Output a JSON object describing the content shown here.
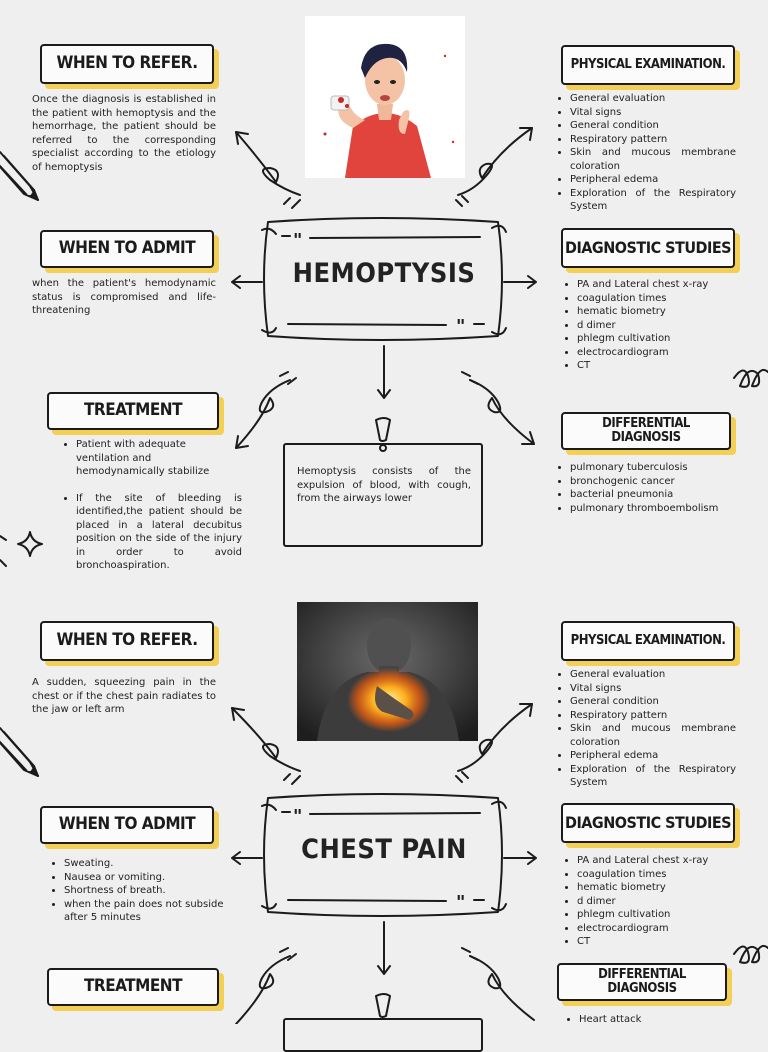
{
  "hemoptysis": {
    "title": "HEMOPTYSIS",
    "refer_label": "WHEN TO REFER.",
    "refer_text": "Once the diagnosis is established in the patient with hemoptysis and the hemorrhage, the patient should be referred to the corresponding specialist according to the etiology of hemoptysis",
    "admit_label": "WHEN TO ADMIT",
    "admit_text": "when the patient's hemodynamic status is compromised and life-threatening",
    "treatment_label": "TREATMENT",
    "treatment_items": [
      "Patient with adequate ventilation and hemodynamically stabilize",
      "If the site of bleeding is identified,the patient should be placed in a lateral decubitus position on the side of the injury in order to avoid bronchoaspiration."
    ],
    "definition": "Hemoptysis consists of the expulsion of blood, with cough, from the airways lower",
    "exam_label": "PHYSICAL EXAMINATION.",
    "exam_items": [
      "General evaluation",
      "Vital signs",
      "General condition",
      "Respiratory pattern",
      "Skin and mucous membrane coloration",
      "Peripheral edema",
      " Exploration of the Respiratory System"
    ],
    "studies_label": "DIAGNOSTIC STUDIES",
    "studies_items": [
      "PA and Lateral chest x-ray",
      "coagulation times",
      "hematic biometry",
      "d dimer",
      "phlegm cultivation",
      "electrocardiogram",
      "CT"
    ],
    "diff_label": "DIFFERENTIAL DIAGNOSIS",
    "diff_items": [
      "pulmonary tuberculosis",
      "bronchogenic cancer",
      "bacterial pneumonia",
      "pulmonary thromboembolism"
    ]
  },
  "chest_pain": {
    "title": "CHEST PAIN",
    "refer_label": "WHEN TO REFER.",
    "refer_text": "A sudden, squeezing pain in the chest or if the chest pain radiates to the jaw or left arm",
    "admit_label": "WHEN TO ADMIT",
    "admit_items": [
      "Sweating.",
      "Nausea or vomiting.",
      "Shortness of breath.",
      "when the pain does not subside after 5 minutes"
    ],
    "treatment_label": "TREATMENT",
    "exam_label": "PHYSICAL EXAMINATION.",
    "exam_items": [
      "General evaluation",
      "Vital signs",
      "General condition",
      "Respiratory pattern",
      "Skin and mucous membrane coloration",
      "Peripheral edema",
      " Exploration of the Respiratory System"
    ],
    "studies_label": "DIAGNOSTIC STUDIES",
    "studies_items": [
      "PA and Lateral chest x-ray",
      "coagulation times",
      "hematic biometry",
      "d dimer",
      "phlegm cultivation",
      "electrocardiogram",
      "CT"
    ],
    "diff_label": "DIFFERENTIAL DIAGNOSIS",
    "diff_items": [
      "Heart attack"
    ]
  },
  "colors": {
    "accent": "#f4cf55",
    "ink": "#1b1b1b",
    "background": "#efefef",
    "shirt": "#e0443c"
  }
}
